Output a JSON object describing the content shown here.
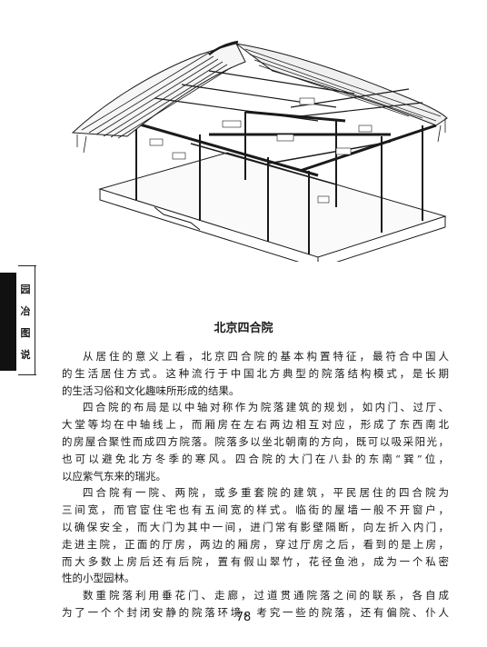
{
  "sidebar": {
    "chars": [
      "园",
      "冶",
      "图",
      "说"
    ]
  },
  "title": "北京四合院",
  "paragraphs": [
    {
      "lines": [
        "从居住的意义上看，北京四合院的基本构置特征，最符合中国人",
        "的生活居住方式。这种流行于中国北方典型的院落结构模式，是长期",
        "的生活习俗和文化趣味所形成的结果。"
      ]
    },
    {
      "lines": [
        "四合院的布局是以中轴对称作为院落建筑的规划，如内门、过厅、",
        "大堂等均在中轴线上，而厢房在左右两边相互对应，形成了东西南北",
        "的房屋合聚性而成四方院落。院落多以坐北朝南的方向，既可以吸采阳光，",
        "也可以避免北方冬季的寒风。四合院的大门在八卦的东南“巽”位，",
        "以应紫气东来的瑞兆。"
      ]
    },
    {
      "lines": [
        "四合院有一院、两院，或多重套院的建筑，平民居住的四合院为",
        "三间宽，而官宦住宅也有五间宽的样式。临街的屋墙一般不开窗户，",
        "以确保安全，而大门为其中一间，进门常有影壁隔断，向左折入内门，",
        "走进主院，正面的厅房，两边的厢房，穿过厅房之后，看到的是上房，",
        "而大多数上房后还有后院，置有假山翠竹，花径鱼池，成为一个私密",
        "性的小型园林。"
      ]
    },
    {
      "lines": [
        "数重院落利用垂花门、走廊，过道贯通院落之间的联系，各自成",
        "为了一个个封闭安静的院落环境。考究一些的院落，还有偏院、仆人"
      ],
      "continues": true
    }
  ],
  "page_number": "78"
}
